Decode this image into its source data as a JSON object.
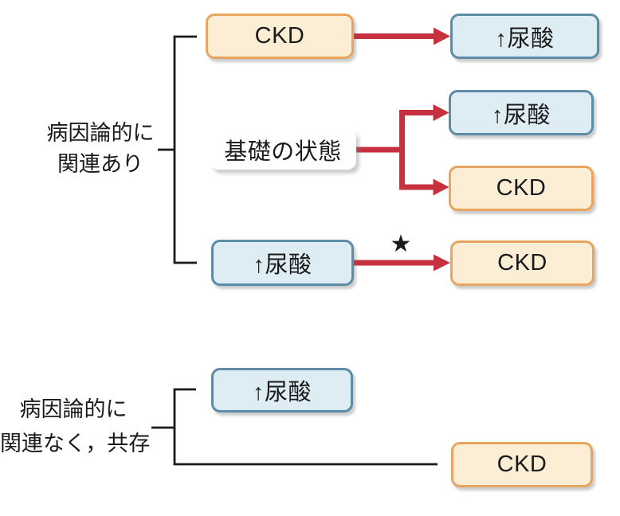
{
  "canvas": {
    "background": "#ffffff"
  },
  "colors": {
    "arrow_red": "#C7303E",
    "orange_box_fill": "#FCEDD5",
    "orange_box_border": "#E8A55F",
    "blue_box_fill": "#DEEDF4",
    "blue_box_border": "#5D8CA8",
    "white_box_fill": "#FFFFFF",
    "bracket_line": "#1A1A1A",
    "text": "#1A1A1A"
  },
  "sections": {
    "related": {
      "label_line1": "病因論的に",
      "label_line2": "関連あり"
    },
    "coexist": {
      "label_line1": "病因論的に",
      "label_line2": "関連なく，共存"
    }
  },
  "nodes": {
    "ckd_cause": {
      "label": "CKD"
    },
    "uric_effect": {
      "label": "↑尿酸"
    },
    "base_state": {
      "label": "基礎の状態"
    },
    "uric_mid": {
      "label": "↑尿酸"
    },
    "ckd_mid": {
      "label": "CKD"
    },
    "uric_low": {
      "label": "↑尿酸"
    },
    "ckd_low": {
      "label": "CKD"
    },
    "uric_coexist": {
      "label": "↑尿酸"
    },
    "ckd_coexist": {
      "label": "CKD"
    }
  },
  "annotations": {
    "star": "★"
  }
}
